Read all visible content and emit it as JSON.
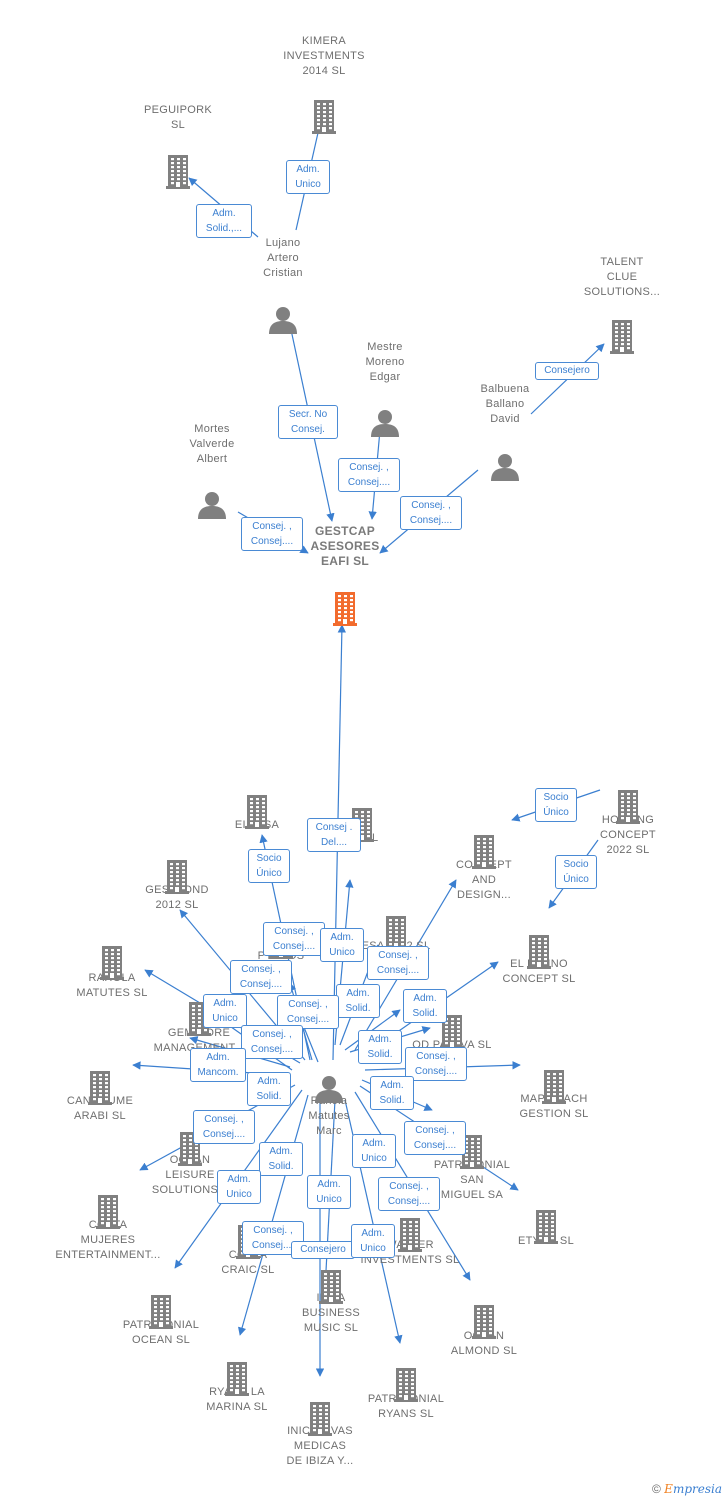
{
  "colors": {
    "company": "#808080",
    "focus_company": "#f26b2d",
    "person": "#808080",
    "edge": "#3b7fd0",
    "label": "#6e6e6e"
  },
  "footer": {
    "copyright": "©",
    "brand_e": "E",
    "brand_rest": "mpresia"
  },
  "nodes": {
    "kimera": {
      "label": "KIMERA\nINVESTMENTS\n2014  SL",
      "kind": "company"
    },
    "peguipork": {
      "label": "PEGUIPORK\nSL",
      "kind": "company"
    },
    "lujano": {
      "label": "Lujano\nArtero\nCristian",
      "kind": "person"
    },
    "talent": {
      "label": "TALENT\nCLUE\nSOLUTIONS...",
      "kind": "company"
    },
    "mestre": {
      "label": "Mestre\nMoreno\nEdgar",
      "kind": "person"
    },
    "balbuena": {
      "label": "Balbuena\nBallano\nDavid",
      "kind": "person"
    },
    "mortes": {
      "label": "Mortes\nValverde\nAlbert",
      "kind": "person"
    },
    "gestcap": {
      "label": "GESTCAP\nASESORES\nEAFI  SL",
      "kind": "focus"
    },
    "eijo": {
      "label": "EIJO SA",
      "kind": "company"
    },
    "ry": {
      "label": "RY SL",
      "kind": "company"
    },
    "holding": {
      "label": "HOLDING\nCONCEPT\n2022  SL",
      "kind": "company"
    },
    "concept_design": {
      "label": "CONCEPT\nAND\nDESIGN...",
      "kind": "company"
    },
    "gestfond": {
      "label": "GESTFOND\n2012  SL",
      "kind": "company"
    },
    "pyaros": {
      "label": "PYAROS\nSL",
      "kind": "company"
    },
    "esa2012": {
      "label": "ESA 2012 SL",
      "kind": "company"
    },
    "el_latino": {
      "label": "EL LATINO\nCONCEPT  SL",
      "kind": "company"
    },
    "rahola_matutes_sl": {
      "label": "RAHOLA\nMATUTES SL",
      "kind": "company"
    },
    "gem_core": {
      "label": "GEM CORE\nMANAGEMENT...",
      "kind": "company"
    },
    "od_palava": {
      "label": "OD PALAVA SL",
      "kind": "company"
    },
    "can_jaume": {
      "label": "CAN JAUME\nARABI SL",
      "kind": "company"
    },
    "rahola_marc": {
      "label": "Rahola\nMatutes\nMarc",
      "kind": "person"
    },
    "map_beach": {
      "label": "MAP BEACH\nGESTION SL",
      "kind": "company"
    },
    "ocean_leisure": {
      "label": "OCEAN\nLEISURE\nSOLUTIONS...",
      "kind": "company"
    },
    "patrimonial_san_miguel": {
      "label": "PATRIMONIAL\nSAN\nMIGUEL SA",
      "kind": "company"
    },
    "costa_mujeres": {
      "label": "COSTA\nMUJERES\nENTERTAINMENT...",
      "kind": "company"
    },
    "etyam": {
      "label": "ETYAM SL",
      "kind": "company"
    },
    "costa_craic": {
      "label": "COSTA\nCRAIC SL",
      "kind": "company"
    },
    "walker": {
      "label": "WALKER\nINVESTMENTS SL",
      "kind": "company"
    },
    "ibiza_business": {
      "label": "IBIZA\nBUSINESS\nMUSIC SL",
      "kind": "company"
    },
    "patrimonial_ocean": {
      "label": "PATRIMONIAL\nOCEAN SL",
      "kind": "company"
    },
    "ocean_almond": {
      "label": "OCEAN\nALMOND  SL",
      "kind": "company"
    },
    "ryans_la_marina": {
      "label": "RYANS LA\nMARINA  SL",
      "kind": "company"
    },
    "patrimonial_ryans": {
      "label": "PATRIMONIAL\nRYANS SL",
      "kind": "company"
    },
    "iniciativas": {
      "label": "INICIATIVAS\nMEDICAS\nDE IBIZA Y...",
      "kind": "company"
    }
  },
  "relations": [
    {
      "id": "r1",
      "label": "Adm.\nUnico"
    },
    {
      "id": "r2",
      "label": "Adm.\nSolid.,..."
    },
    {
      "id": "r3",
      "label": "Consejero"
    },
    {
      "id": "r4",
      "label": "Secr.  No\nConsej."
    },
    {
      "id": "r5",
      "label": "Consej. ,\nConsej...."
    },
    {
      "id": "r6",
      "label": "Consej. ,\nConsej...."
    },
    {
      "id": "r7",
      "label": "Consej. ,\nConsej...."
    },
    {
      "id": "r8",
      "label": "Socio\nÚnico"
    },
    {
      "id": "r9",
      "label": "Socio\nÚnico"
    },
    {
      "id": "r10",
      "label": "Consej .\nDel...."
    },
    {
      "id": "r11",
      "label": "Socio\nÚnico"
    },
    {
      "id": "r12",
      "label": "Consej. ,\nConsej...."
    },
    {
      "id": "r13",
      "label": "Adm.\nUnico"
    },
    {
      "id": "r14",
      "label": "Consej. ,\nConsej...."
    },
    {
      "id": "r15",
      "label": "Consej. ,\nConsej...."
    },
    {
      "id": "r16",
      "label": "Adm.\nSolid."
    },
    {
      "id": "r17",
      "label": "Adm.\nUnico"
    },
    {
      "id": "r18",
      "label": "Adm.\nSolid."
    },
    {
      "id": "r19",
      "label": "Consej. ,\nConsej...."
    },
    {
      "id": "r20",
      "label": "Consej. ,\nConsej...."
    },
    {
      "id": "r21",
      "label": "Adm.\nSolid."
    },
    {
      "id": "r22",
      "label": "Adm.\nMancom."
    },
    {
      "id": "r23",
      "label": "Consej. ,\nConsej...."
    },
    {
      "id": "r24",
      "label": "Adm.\nSolid."
    },
    {
      "id": "r25",
      "label": "Adm.\nSolid."
    },
    {
      "id": "r26",
      "label": "Consej. ,\nConsej...."
    },
    {
      "id": "r27",
      "label": "Consej. ,\nConsej...."
    },
    {
      "id": "r28",
      "label": "Adm.\nSolid."
    },
    {
      "id": "r29",
      "label": "Adm.\nUnico"
    },
    {
      "id": "r30",
      "label": "Adm.\nUnico"
    },
    {
      "id": "r31",
      "label": "Adm.\nUnico"
    },
    {
      "id": "r32",
      "label": "Consej. ,\nConsej...."
    },
    {
      "id": "r33",
      "label": "Consej. ,\nConsej...."
    },
    {
      "id": "r34",
      "label": "Consejero"
    },
    {
      "id": "r35",
      "label": "Adm.\nUnico"
    }
  ]
}
